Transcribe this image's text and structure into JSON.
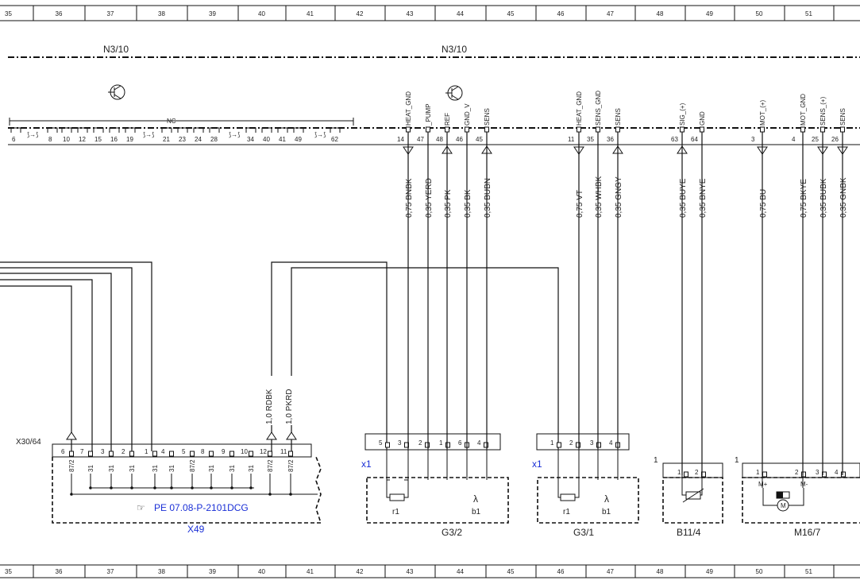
{
  "grid_columns": [
    "35",
    "36",
    "37",
    "38",
    "39",
    "40",
    "41",
    "42",
    "43",
    "44",
    "45",
    "46",
    "47",
    "48",
    "49",
    "50",
    "51"
  ],
  "module_labels": {
    "left": "N3/10",
    "right": "N3/10"
  },
  "bus": {
    "nc_label": "NC",
    "left_pins": [
      "6",
      "8",
      "10",
      "12",
      "15",
      "16",
      "19",
      "21",
      "23",
      "24",
      "28",
      "34",
      "40",
      "41",
      "49",
      "62"
    ]
  },
  "signal_pins": [
    {
      "pin": "14",
      "signal": "HEAT_GND",
      "wire": "0,75 BNBK"
    },
    {
      "pin": "47",
      "signal": "_PUMP",
      "wire": "0,35 YERD"
    },
    {
      "pin": "48",
      "signal": "REF",
      "wire": "0,35 PK"
    },
    {
      "pin": "46",
      "signal": "GND_V",
      "wire": "0,35 BK"
    },
    {
      "pin": "45",
      "signal": "SENS",
      "wire": "0,35 BUBN"
    },
    {
      "pin": "11",
      "signal": "HEAT_GND",
      "wire": "0,75 VT"
    },
    {
      "pin": "35",
      "signal": "SENS_GND",
      "wire": "0,35 WHBK"
    },
    {
      "pin": "36",
      "signal": "SENS",
      "wire": "0,35 GNGY"
    },
    {
      "pin": "63",
      "signal": "SIG_(+)",
      "wire": "0,35 BUYE"
    },
    {
      "pin": "64",
      "signal": "GND",
      "wire": "0,35 BNYE"
    },
    {
      "pin": "3",
      "signal": "MOT_(+)",
      "wire": "0,75 BU"
    },
    {
      "pin": "4",
      "signal": "MOT_GND",
      "wire": "0,75 BKYE"
    },
    {
      "pin": "25",
      "signal": "SENS_(+)",
      "wire": "0,35 BUBK"
    },
    {
      "pin": "26",
      "signal": "SENS",
      "wire": "0,35 GNBK"
    }
  ],
  "connector_x30": {
    "label": "X30/64",
    "pins": [
      "6",
      "7",
      "3",
      "2",
      "1",
      "4",
      "5",
      "8",
      "9",
      "10",
      "12",
      "11"
    ],
    "sub_labels": [
      "87/2",
      "31",
      "31",
      "31",
      "31",
      "31",
      "87/2",
      "31",
      "31",
      "31",
      "87/2",
      "87/2"
    ],
    "left_wires": [
      "1,0 RDBK",
      "1,0 PKRD"
    ],
    "reference": "PE 07.08-P-2101DCG",
    "name": "X49"
  },
  "components": [
    {
      "name": "G3/2",
      "connector": "x1",
      "pins": [
        "5",
        "3",
        "2",
        "1",
        "6",
        "4"
      ],
      "parts": [
        "r1",
        "b1"
      ]
    },
    {
      "name": "G3/1",
      "connector": "x1",
      "pins": [
        "1",
        "2",
        "3",
        "4"
      ],
      "parts": [
        "r1",
        "b1"
      ]
    },
    {
      "name": "B11/4",
      "mark": "1",
      "pins": [
        "1",
        "2"
      ]
    },
    {
      "name": "M16/7",
      "mark": "1",
      "pins": [
        "1",
        "2",
        "3",
        "4"
      ],
      "sublabels": [
        "M+",
        "M-"
      ],
      "motor_label": "M"
    }
  ],
  "lambda_symbol": "λ",
  "colors": {
    "line": "#111111",
    "reference": "#1a2fd6"
  }
}
